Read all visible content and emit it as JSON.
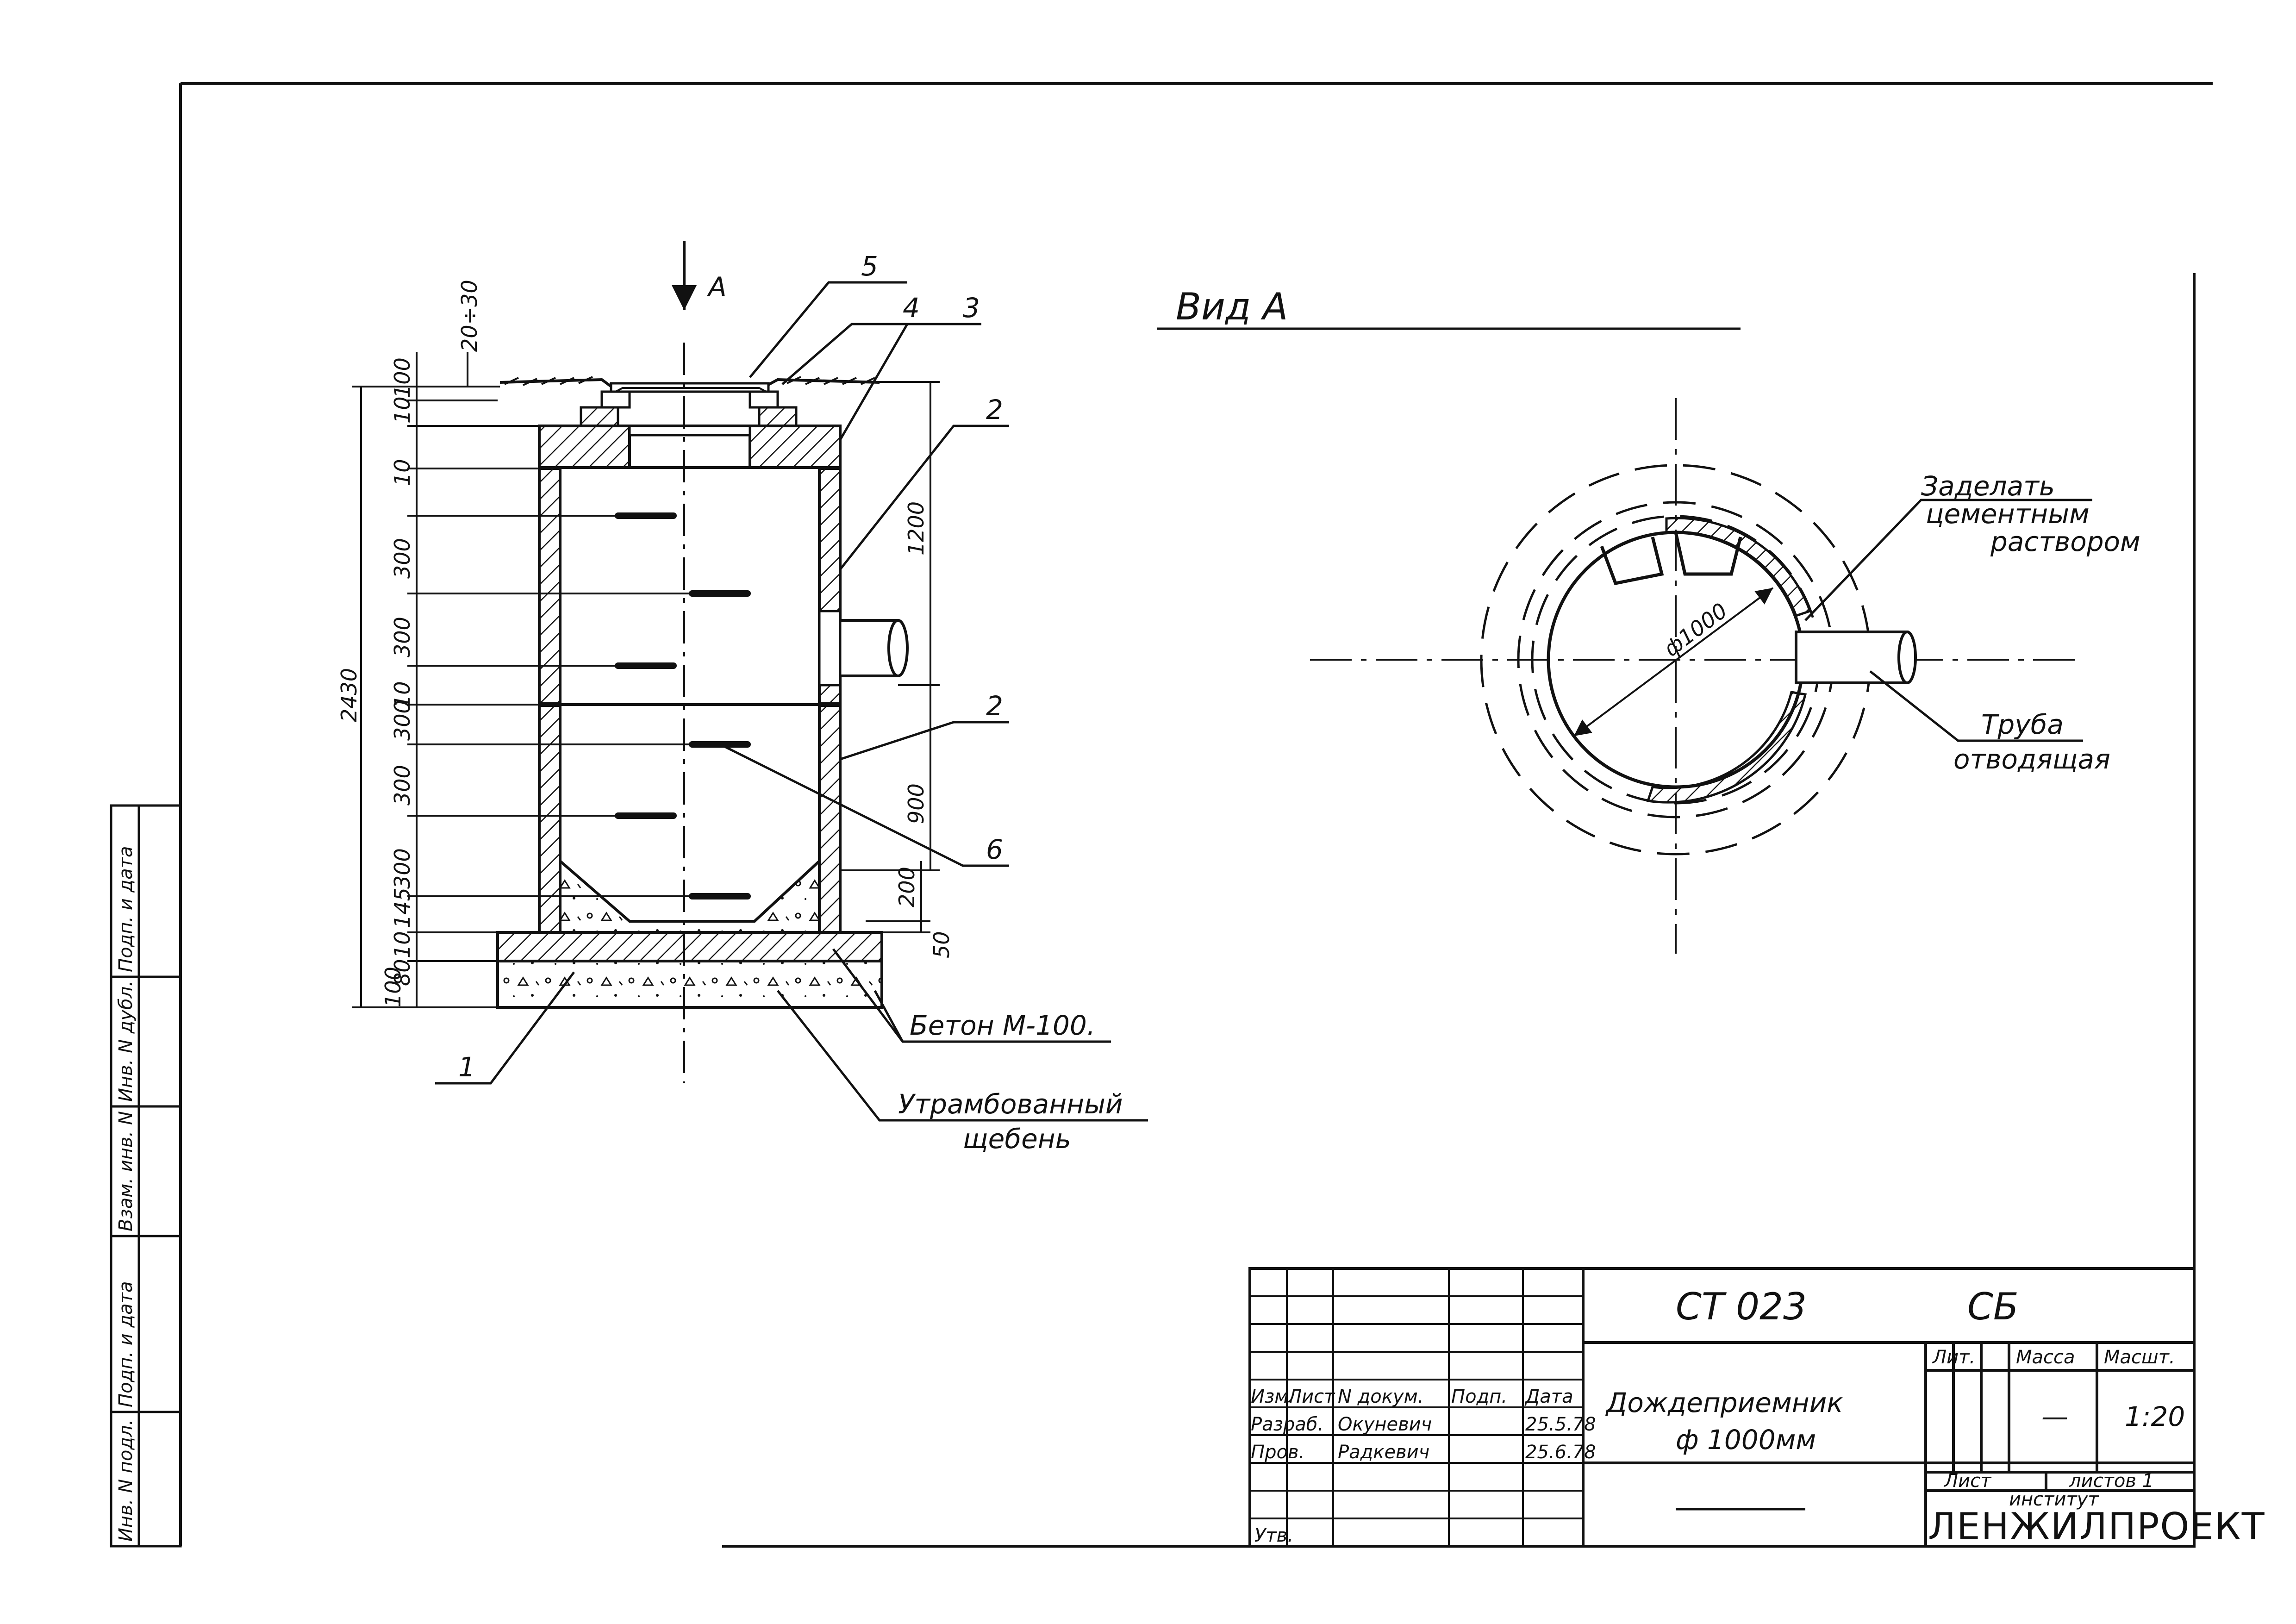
{
  "section_labels": {
    "arrow_a": "A",
    "view_a": "Вид А"
  },
  "callouts": {
    "c1": "1",
    "c2a": "2",
    "c2b": "2",
    "c3": "3",
    "c4": "4",
    "c5": "5",
    "c6": "6",
    "concrete": "Бетон М-100.",
    "gravel_1": "Утрамбованный",
    "gravel_2": "щебень",
    "seal_1": "Заделать",
    "seal_2": "цементным",
    "seal_3": "раствором",
    "pipe_1": "Труба",
    "pipe_2": "отводящая",
    "diameter": "ф1000"
  },
  "dimensions": {
    "d_2030": "20÷30",
    "d_100": "100",
    "d_10a": "10",
    "d_10b": "10",
    "d_300a": "300",
    "d_300b": "300",
    "d_10c": "10",
    "d_300c": "300",
    "d_300d": "300",
    "d_300e": "300",
    "d_145": "145",
    "d_10d": "10",
    "d_80": "80",
    "d_100b": "100",
    "d_2430": "2430",
    "d_1200": "1200",
    "d_900": "900",
    "d_200": "200",
    "d_50": "50"
  },
  "title_block": {
    "code": "СТ 023",
    "stage": "СБ",
    "h_izm": "Изм.",
    "h_list": "Лист",
    "h_doc": "N докум.",
    "h_sign": "Подп.",
    "h_date": "Дата",
    "r1_role": "Разраб.",
    "r1_name": "Окуневич",
    "r1_date": "25.5.78",
    "r2_role": "Пров.",
    "r2_name": "Радкевич",
    "r2_date": "25.6.78",
    "r3_role": "Утв.",
    "name_1": "Дождеприемник",
    "name_2": "ф 1000мм",
    "h_lit": "Лит.",
    "h_mass": "Масса",
    "h_scale": "Масшт.",
    "mass": "—",
    "scale": "1:20",
    "sheet": "Лист",
    "sheets": "листов 1",
    "institute": "институт",
    "org": "ЛЕНЖИЛПРОЕКТ"
  },
  "side_stamp": {
    "s1": "Инв. N подл.",
    "s2": "Подп. и дата",
    "s3": "Взам. инв. N",
    "s4": "Инв. N дубл.",
    "s5": "Подп. и дата"
  }
}
